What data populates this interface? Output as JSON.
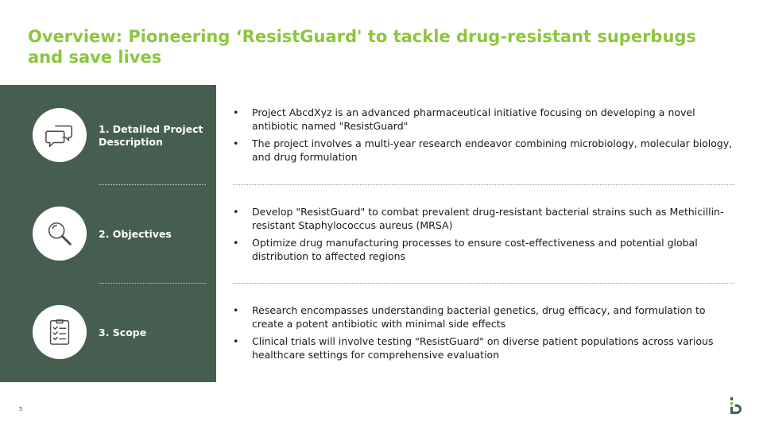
{
  "slide": {
    "title": "Overview: Pioneering ‘ResistGuard' to tackle drug-resistant superbugs and save lives",
    "page_number": "5"
  },
  "colors": {
    "title": "#8cc63f",
    "panel": "#465e50",
    "text": "#1a1a1a"
  },
  "sections": [
    {
      "label": "1. Detailed Project Description",
      "icon": "speech-bubbles-icon",
      "bullets": [
        "Project AbcdXyz is an advanced pharmaceutical initiative focusing on developing a novel antibiotic named \"ResistGuard\"",
        "The project involves a multi-year research endeavor combining microbiology, molecular biology, and drug formulation"
      ]
    },
    {
      "label": "2. Objectives",
      "icon": "magnifier-icon",
      "bullets": [
        "Develop \"ResistGuard\" to combat prevalent drug-resistant bacterial strains such as Methicillin-resistant Staphylococcus aureus (MRSA)",
        "Optimize drug manufacturing processes to ensure cost-effectiveness and potential global distribution to affected regions"
      ]
    },
    {
      "label": "3. Scope",
      "icon": "checklist-icon",
      "bullets": [
        "Research encompasses understanding bacterial genetics, drug efficacy, and formulation to create a potent antibiotic with minimal side effects",
        "Clinical trials will involve testing \"ResistGuard\" on diverse patient populations across various healthcare settings for comprehensive evaluation"
      ]
    }
  ]
}
